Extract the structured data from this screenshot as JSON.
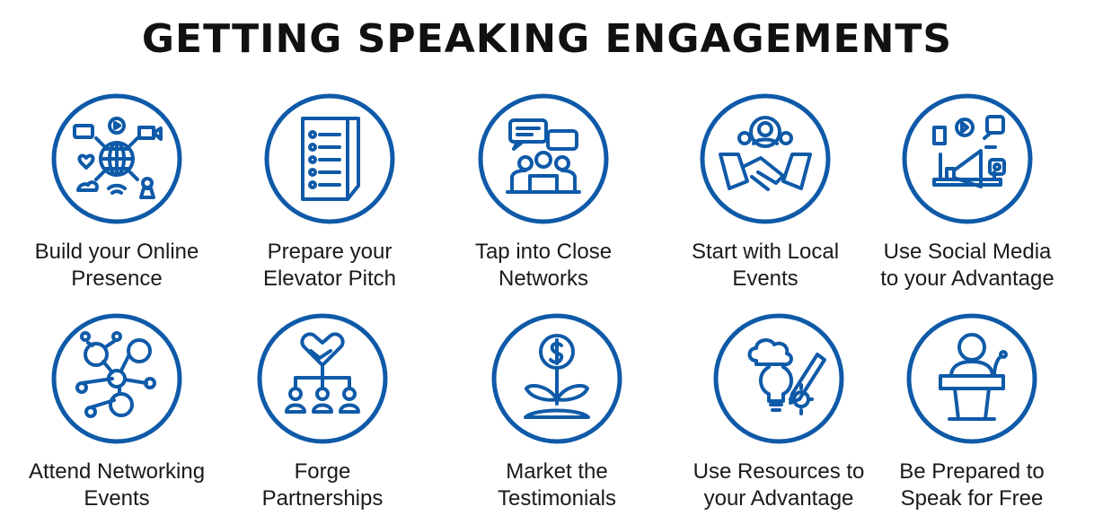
{
  "title": "GETTING SPEAKING ENGAGEMENTS",
  "accent": "#0f5aa8",
  "items": [
    {
      "line1": "Build your Online",
      "line2": "Presence",
      "icon": "globe-network-icon"
    },
    {
      "line1": "Prepare your",
      "line2": "Elevator Pitch",
      "icon": "checklist-document-icon"
    },
    {
      "line1": "Tap into Close",
      "line2": "Networks",
      "icon": "group-chat-icon"
    },
    {
      "line1": "Start with Local",
      "line2": "Events",
      "icon": "handshake-people-icon"
    },
    {
      "line1": "Use Social Media",
      "line2": "to your Advantage",
      "icon": "megaphone-social-icon"
    },
    {
      "line1": "Attend Networking",
      "line2": "Events",
      "icon": "network-nodes-icon"
    },
    {
      "line1": "Forge",
      "line2": "Partnerships",
      "icon": "partnership-hierarchy-icon"
    },
    {
      "line1": "Market the",
      "line2": "Testimonials",
      "icon": "money-plant-icon"
    },
    {
      "line1": "Use Resources to",
      "line2": "your Advantage",
      "icon": "bulb-pencil-gear-icon"
    },
    {
      "line1": "Be Prepared to",
      "line2": "Speak for Free",
      "icon": "speaker-podium-icon"
    }
  ]
}
